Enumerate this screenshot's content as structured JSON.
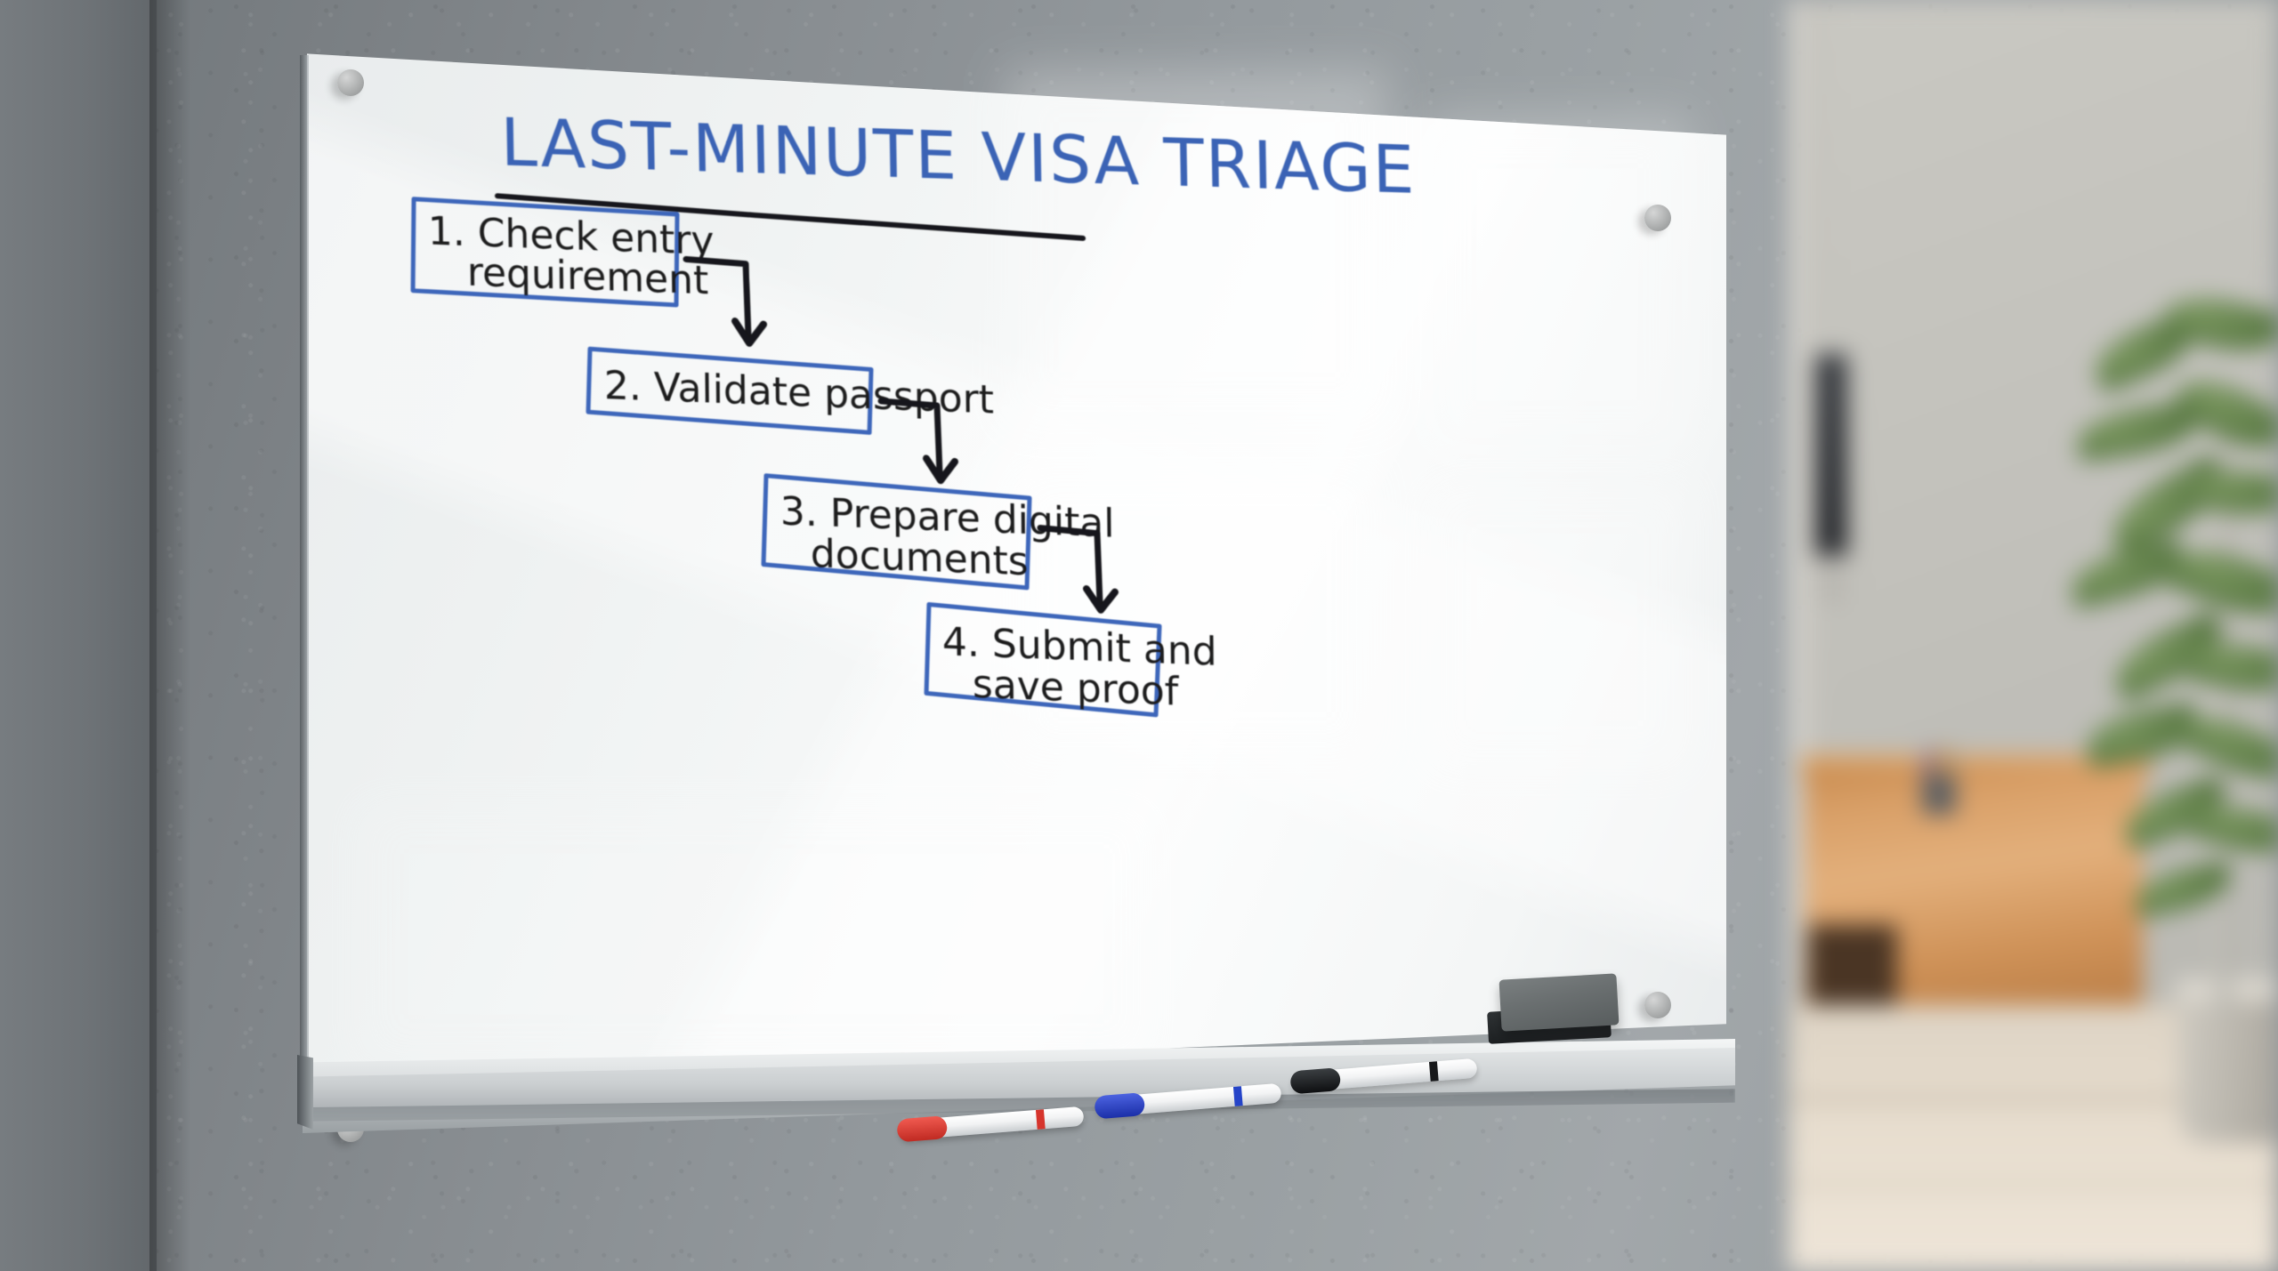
{
  "scene": {
    "description": "Glass whiteboard mounted on a gray textured office wall with a blurred office interior at right",
    "wall_color": "#8d9296",
    "board_color": "#f5f7f7",
    "ink_blue": "#3d66ba",
    "ink_black": "#17181a"
  },
  "whiteboard": {
    "title": "LAST-MINUTE VISA TRIAGE",
    "title_color": "#3b63b5",
    "has_title_underline": true,
    "flow": {
      "type": "flowchart",
      "direction": "top-left to bottom-right cascade",
      "connector_style": "elbow arrow (right then down)",
      "nodes": [
        {
          "number": "1.",
          "line1": "1. Check entry",
          "line2": "requirement",
          "full": "1. Check entry requirement"
        },
        {
          "number": "2.",
          "line1": "2. Validate passport",
          "line2": "",
          "full": "2. Validate passport"
        },
        {
          "number": "3.",
          "line1": "3. Prepare digital",
          "line2": "documents",
          "full": "3. Prepare digital documents"
        },
        {
          "number": "4.",
          "line1": "4. Submit and",
          "line2": "save proof",
          "full": "4. Submit and save proof"
        }
      ],
      "connectors": [
        {
          "from": "1. Check entry requirement",
          "to": "2. Validate passport"
        },
        {
          "from": "2. Validate passport",
          "to": "3. Prepare digital documents"
        },
        {
          "from": "3. Prepare digital documents",
          "to": "4. Submit and save proof"
        }
      ]
    },
    "hardware": {
      "standoff_caps": 4,
      "tray_label": "aluminum marker tray"
    }
  },
  "tray_items": {
    "markers": [
      {
        "name": "red-marker",
        "cap_color": "#d6342c",
        "band_color": "#d6342c"
      },
      {
        "name": "blue-marker",
        "cap_color": "#2544c8",
        "band_color": "#2544c8"
      },
      {
        "name": "black-marker",
        "cap_color": "#17181a",
        "band_color": "#17181a"
      }
    ],
    "eraser": {
      "name": "whiteboard-eraser",
      "color": "#6b7071"
    }
  },
  "background_room": {
    "monitor": "dark monitor on credenza",
    "credenza": "light wood credenza",
    "pencil_cup": "pencil cup with pens",
    "plant": "green leafy plant in ceramic pot",
    "floor": "light wood floor"
  }
}
